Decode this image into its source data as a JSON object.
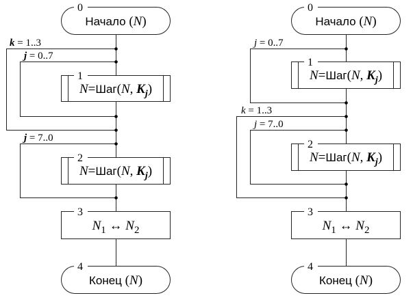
{
  "diagrams": [
    {
      "id": "left",
      "start": {
        "number": "0",
        "label": "Начало",
        "arg": "N"
      },
      "loops": [
        {
          "var": "k",
          "range": "1..3",
          "style": "bold"
        },
        {
          "var": "j",
          "range": "0..7",
          "style": "bold"
        },
        {
          "var": "j",
          "range": "7..0",
          "style": "bold"
        }
      ],
      "block1": {
        "number": "1",
        "lhs": "N",
        "func": "Шаг",
        "arg1": "N",
        "arg2": "K",
        "sub": "j"
      },
      "block2": {
        "number": "2",
        "lhs": "N",
        "func": "Шаг",
        "arg1": "N",
        "arg2": "K",
        "sub": "j"
      },
      "block3": {
        "number": "3",
        "a": "N",
        "a_sub": "1",
        "op": "↔",
        "b": "N",
        "b_sub": "2"
      },
      "end": {
        "number": "4",
        "label": "Конец",
        "arg": "N"
      }
    },
    {
      "id": "right",
      "start": {
        "number": "0",
        "label": "Начало",
        "arg": "N"
      },
      "loops": [
        {
          "var": "j",
          "range": "0..7",
          "style": "italic"
        },
        {
          "var": "k",
          "range": "1..3",
          "style": "italic"
        },
        {
          "var": "j",
          "range": "7..0",
          "style": "italic"
        }
      ],
      "block1": {
        "number": "1",
        "lhs": "N",
        "func": "Шаг",
        "arg1": "N",
        "arg2": "K",
        "sub": "j"
      },
      "block2": {
        "number": "2",
        "lhs": "N",
        "func": "Шаг",
        "arg1": "N",
        "arg2": "K",
        "sub": "j"
      },
      "block3": {
        "number": "3",
        "a": "N",
        "a_sub": "1",
        "op": "↔",
        "b": "N",
        "b_sub": "2"
      },
      "end": {
        "number": "4",
        "label": "Конец",
        "arg": "N"
      }
    }
  ],
  "symbols": {
    "eq": "=",
    "open": "(",
    "close": ")",
    "comma": ", ",
    "loop_eq": " = "
  }
}
